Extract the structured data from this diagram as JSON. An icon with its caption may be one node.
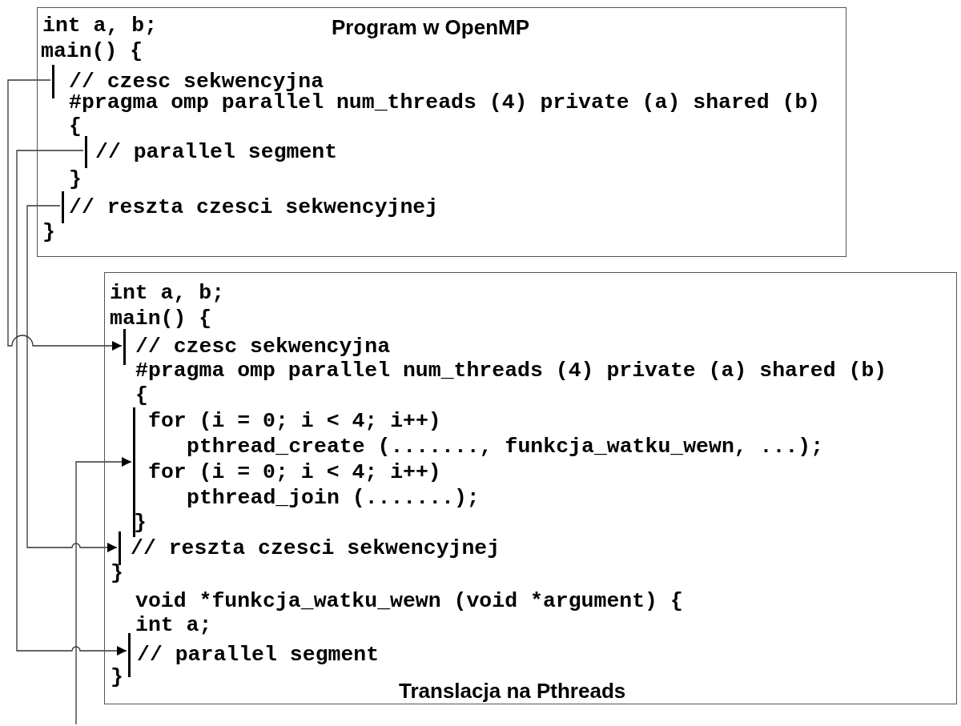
{
  "diagram": {
    "nodes": [
      {
        "text": [
          "Program w OpenMP"
        ]
      },
      {
        "text": [
          "// czesc sekwencyjna"
        ],
        "in": 0
      },
      {
        "text": [
          "// parallel segment"
        ],
        "in": 0
      },
      {
        "text": [
          "// reszta czesci sekwencyjnej"
        ],
        "in": 0
      },
      {
        "text": [
          "Translacja na Pthreads"
        ]
      },
      {
        "text": [
          "// czesc sekwencyjna"
        ],
        "in": 4
      },
      {
        "text": [
          "for (i = 0; i < 4; i++)",
          "pthread_create (......., funkcja_watku_wewn, ...);",
          "for (i = 0; i < 4; i++)",
          "pthread_join (.......);"
        ],
        "in": 4
      },
      {
        "text": [
          "// reszta czesci sekwencyjnej"
        ],
        "in": 4
      },
      {
        "text": [
          "// parallel segment"
        ],
        "in": 4
      }
    ],
    "edges": [
      {
        "from": 1,
        "to": 5,
        "arrow": "to"
      },
      {
        "from": 2,
        "to": 8,
        "arrow": "to"
      },
      {
        "from": 3,
        "to": 7,
        "arrow": "to"
      },
      {
        "from": null,
        "to": 6,
        "arrow": "to"
      }
    ],
    "labels": [
      "int a, b;",
      "main() {",
      "#pragma omp parallel num_threads (4) private (a) shared (b)",
      "{",
      "}",
      "}",
      "int a, b;",
      "main() {",
      "#pragma omp parallel num_threads (4) private (a) shared (b)",
      "{",
      "}",
      "}",
      "void *funkcja_watku_wewn (void *argument) {",
      "int a;",
      "}"
    ]
  }
}
